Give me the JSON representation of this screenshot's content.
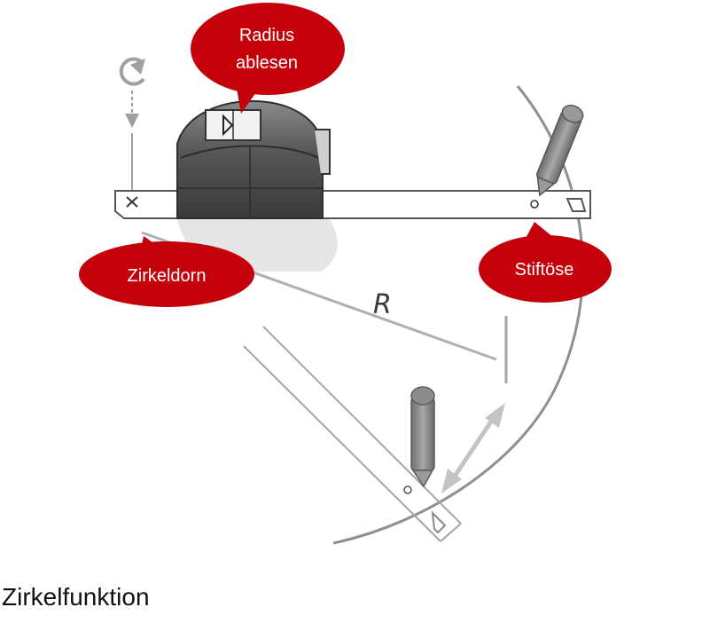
{
  "callouts": {
    "radius_line1": "Radius",
    "radius_line2": "ablesen",
    "zirkeldorn": "Zirkeldorn",
    "stiftoese": "Stiftöse"
  },
  "measure_label": "R",
  "caption": "Zirkelfunktion",
  "icons": {
    "rotation": "circular-arrow-icon",
    "movement": "double-arrow-icon",
    "pivot": "x-mark-icon",
    "tape_direction": "triangle-marker-icon"
  },
  "colors": {
    "callout_fill": "#c4000b",
    "callout_text": "#ffffff",
    "caption_text": "#111111"
  }
}
